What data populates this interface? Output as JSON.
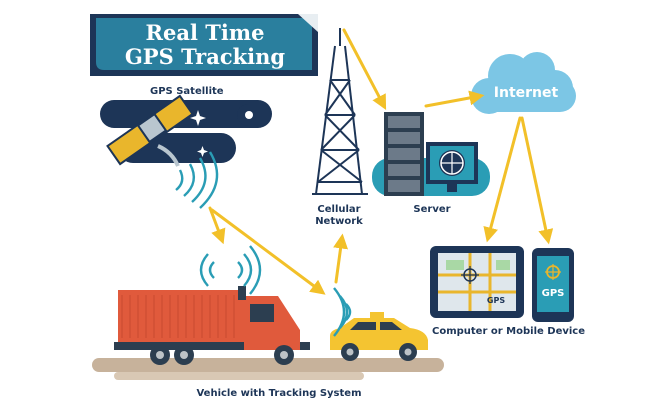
{
  "title": {
    "line1": "Real Time",
    "line2": "GPS Tracking"
  },
  "labels": {
    "gps_satellite": "GPS Satellite",
    "cellular_network_1": "Cellular",
    "cellular_network_2": "Network",
    "server": "Server",
    "internet": "Internet",
    "computer_or_mobile": "Computer or Mobile Device",
    "vehicle": "Vehicle with Tracking System",
    "tablet_screen": "GPS",
    "phone_screen": "GPS"
  },
  "colors": {
    "navy": "#1d3557",
    "teal": "#2a9db5",
    "arrow": "#f2c029",
    "truck_red": "#e05a3c",
    "taxi_yellow": "#f4c431",
    "cloud": "#7cc6e5",
    "panel_yellow": "#e9b62c",
    "road": "#c7b29b"
  }
}
